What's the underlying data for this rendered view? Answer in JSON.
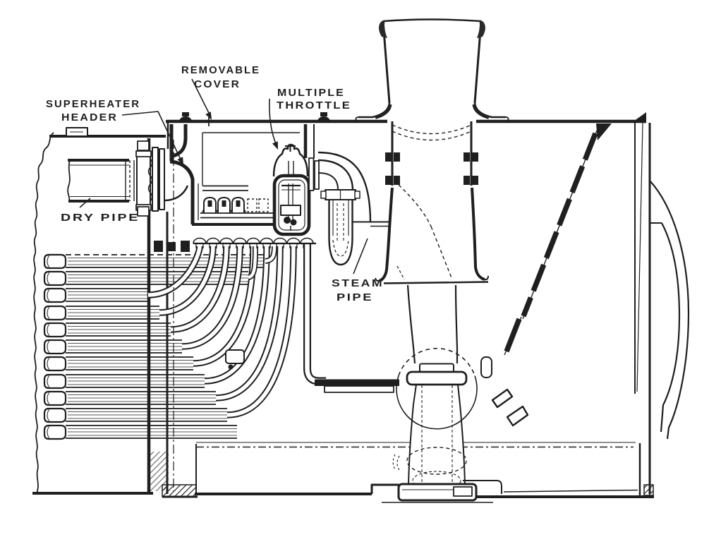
{
  "figure": {
    "type": "technical-line-drawing",
    "subject": "Locomotive smokebox cross-section showing superheater header, multiple throttle and exhaust arrangement",
    "ink_color": "#1f1f1f",
    "paper_color": "#ffffff"
  },
  "labels": {
    "superheater_header": {
      "line1": "SUPERHEATER",
      "line2": "HEADER"
    },
    "removable_cover": {
      "line1": "REMOVABLE",
      "line2": "COVER"
    },
    "multiple_throttle": {
      "line1": "MULTIPLE",
      "line2": "THROTTLE"
    },
    "dry_pipe": {
      "line1": "DRY PIPE"
    },
    "steam_pipe": {
      "line1": "STEAM",
      "line2": "PIPE"
    }
  }
}
